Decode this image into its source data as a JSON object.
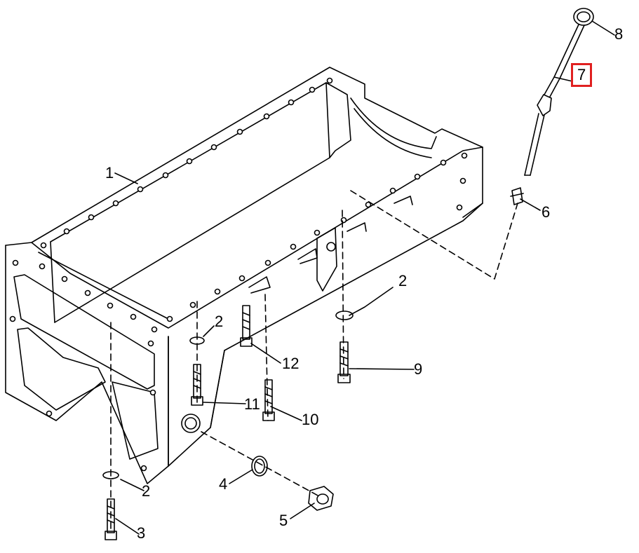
{
  "diagram": {
    "callouts": [
      {
        "id": "c1",
        "label": "1"
      },
      {
        "id": "c2a",
        "label": "2"
      },
      {
        "id": "c2b",
        "label": "2"
      },
      {
        "id": "c2c",
        "label": "2"
      },
      {
        "id": "c3",
        "label": "3"
      },
      {
        "id": "c4",
        "label": "4"
      },
      {
        "id": "c5",
        "label": "5"
      },
      {
        "id": "c6",
        "label": "6"
      },
      {
        "id": "c7",
        "label": "7",
        "highlighted": true
      },
      {
        "id": "c8",
        "label": "8"
      },
      {
        "id": "c9",
        "label": "9"
      },
      {
        "id": "c10",
        "label": "10"
      },
      {
        "id": "c11",
        "label": "11"
      },
      {
        "id": "c12",
        "label": "12"
      }
    ],
    "colors": {
      "line": "#000000",
      "highlight": "#e02020",
      "background": "#ffffff"
    }
  }
}
